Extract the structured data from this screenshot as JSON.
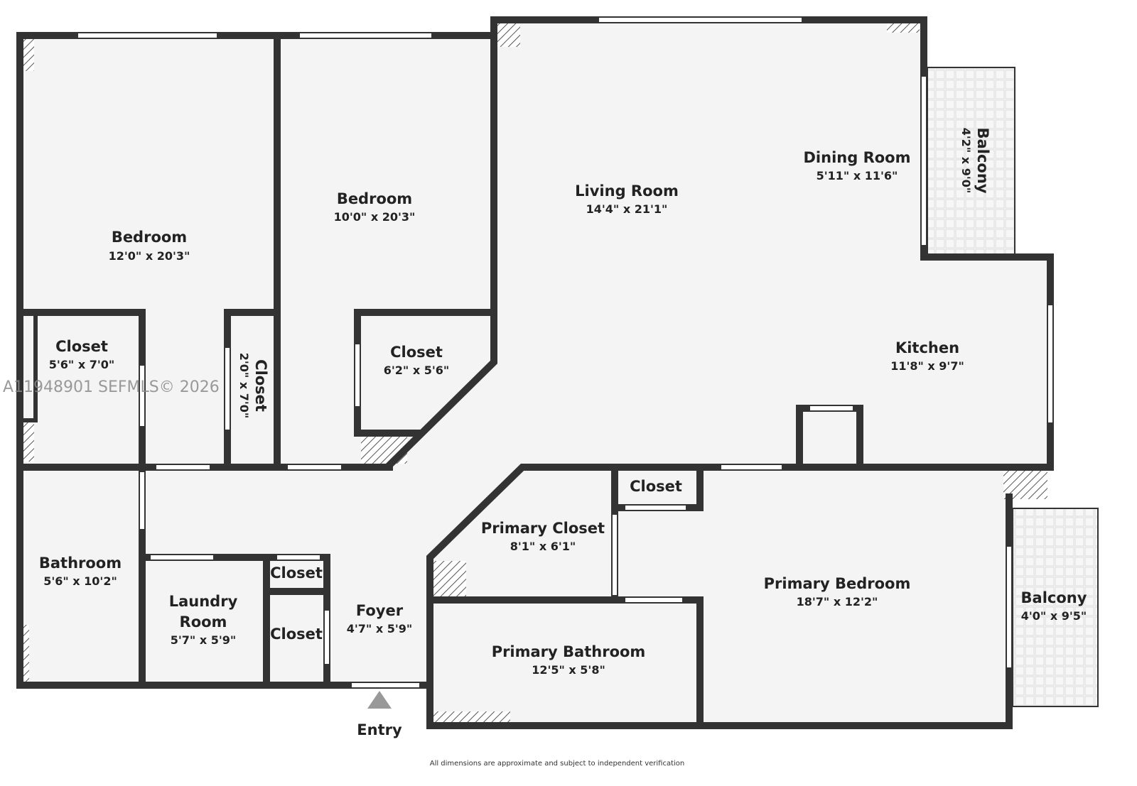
{
  "rooms": [
    {
      "name": "Bedroom",
      "dims": "12'0\" x 20'3\""
    },
    {
      "name": "Bedroom",
      "dims": "10'0\" x 20'3\""
    },
    {
      "name": "Living Room",
      "dims": "14'4\" x 21'1\""
    },
    {
      "name": "Dining Room",
      "dims": "5'11\" x 11'6\""
    },
    {
      "name": "Balcony",
      "dims": "4'2\" x 9'0\""
    },
    {
      "name": "Kitchen",
      "dims": "11'8\" x 9'7\""
    },
    {
      "name": "Closet",
      "dims": "5'6\" x 7'0\""
    },
    {
      "name": "Closet",
      "dims": "2'0\" x 7'0\""
    },
    {
      "name": "Closet",
      "dims": "6'2\" x 5'6\""
    },
    {
      "name": "Closet",
      "dims": ""
    },
    {
      "name": "Primary Closet",
      "dims": "8'1\" x 6'1\""
    },
    {
      "name": "Bathroom",
      "dims": "5'6\" x 10'2\""
    },
    {
      "name": "Laundry Room",
      "dims": "5'7\" x 5'9\""
    },
    {
      "name": "Closet",
      "dims": ""
    },
    {
      "name": "Closet",
      "dims": ""
    },
    {
      "name": "Foyer",
      "dims": "4'7\" x 5'9\""
    },
    {
      "name": "Primary Bedroom",
      "dims": "18'7\" x 12'2\""
    },
    {
      "name": "Balcony",
      "dims": "4'0\" x 9'5\""
    },
    {
      "name": "Primary Bathroom",
      "dims": "12'5\" x 5'8\""
    }
  ],
  "laundry_line1": "Laundry",
  "laundry_line2": "Room",
  "entry_label": "Entry",
  "watermark": "A11948901  SEFMLS© 2026",
  "footer": "All dimensions are approximate and subject to independent verification",
  "colors": {
    "wall": "#333333",
    "floor": "#f4f4f4"
  }
}
